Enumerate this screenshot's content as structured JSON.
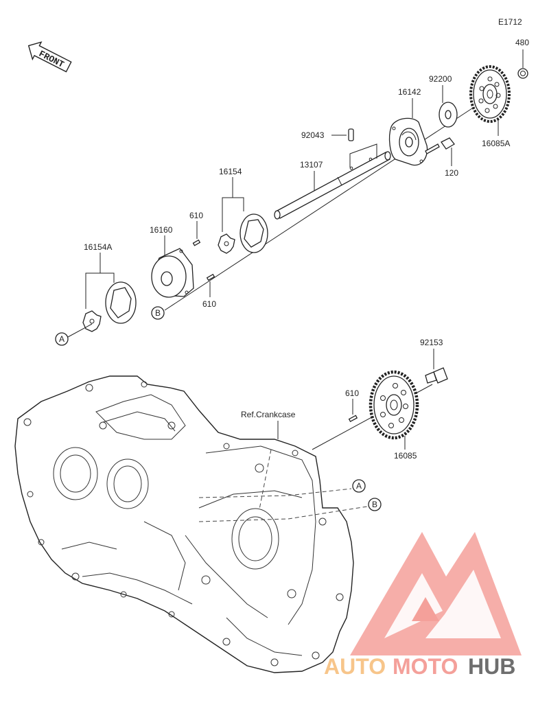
{
  "diagram_code": "E1712",
  "front_label": "FRONT",
  "reference_label": "Ref.Crankcase",
  "part_numbers": {
    "p480": "480",
    "p92200": "92200",
    "p16142": "16142",
    "p92043": "92043",
    "p16085A": "16085A",
    "p120": "120",
    "p13107": "13107",
    "p16154": "16154",
    "p610a": "610",
    "p16160": "16160",
    "p16154A": "16154A",
    "p610b": "610",
    "p92153": "92153",
    "p610c": "610",
    "p16085": "16085"
  },
  "callouts": {
    "a1": "A",
    "b1": "B",
    "a2": "A",
    "b2": "B"
  },
  "watermark": {
    "text_part1": "AUTO",
    "text_part2": "MOTO",
    "text_part3": "HUB",
    "color_light": "#f4a09a",
    "color_orange": "#f7c58a",
    "color_dark": "#6e6e6e"
  }
}
